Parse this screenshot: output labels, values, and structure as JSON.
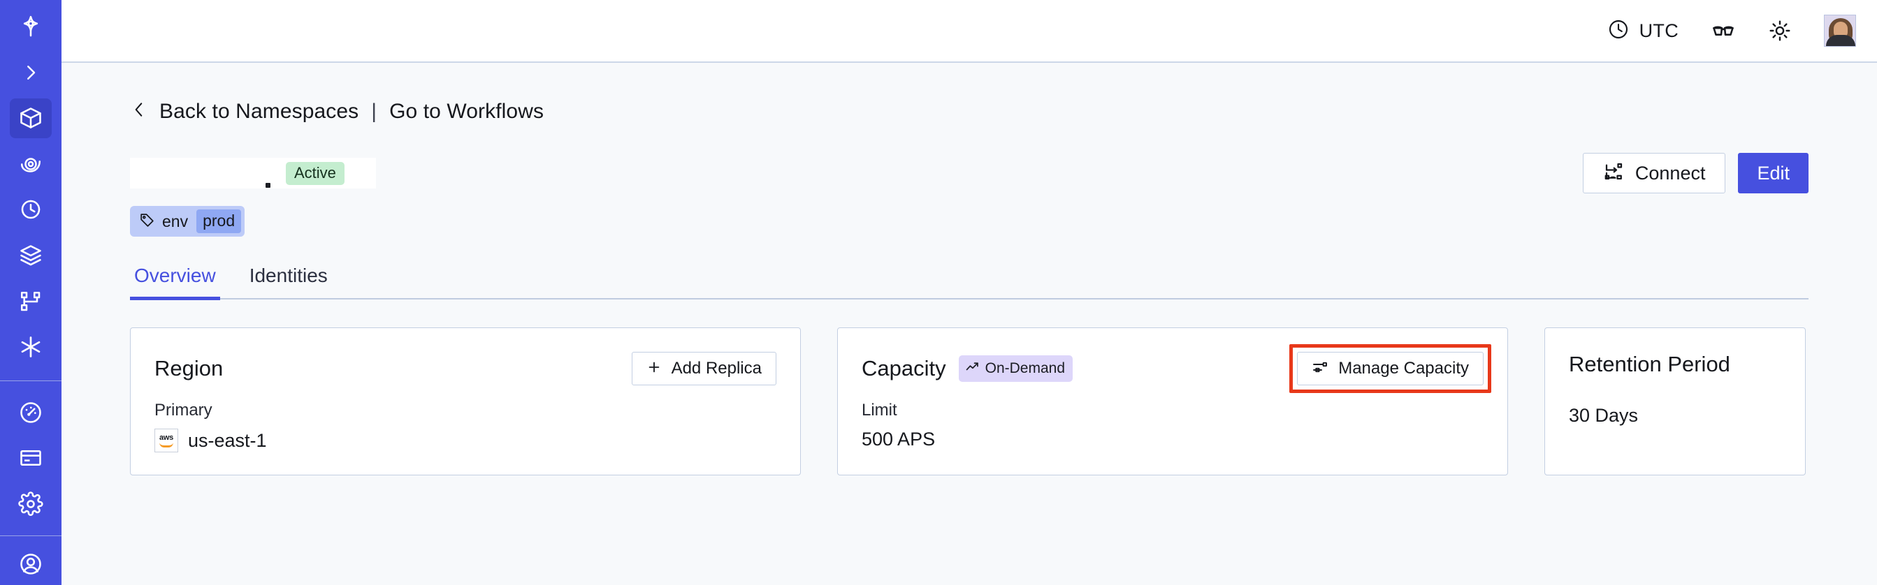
{
  "sidebar": {
    "top_items": [
      {
        "name": "logo-icon",
        "label": "Temporal"
      },
      {
        "name": "expand-sidebar-icon",
        "label": "Expand"
      }
    ],
    "nav_items": [
      {
        "name": "namespaces-icon",
        "label": "Namespaces",
        "active": true
      },
      {
        "name": "observability-icon",
        "label": "Observability",
        "active": false
      },
      {
        "name": "history-icon",
        "label": "History",
        "active": false
      },
      {
        "name": "layers-icon",
        "label": "Layers",
        "active": false
      },
      {
        "name": "workflows-icon",
        "label": "Workflows",
        "active": false
      },
      {
        "name": "asterisk-icon",
        "label": "Nexus",
        "active": false
      }
    ],
    "bottom_items": [
      {
        "name": "usage-gauge-icon",
        "label": "Usage",
        "active": false
      },
      {
        "name": "billing-card-icon",
        "label": "Billing",
        "active": false
      },
      {
        "name": "settings-gear-icon",
        "label": "Settings",
        "active": false
      }
    ]
  },
  "topbar": {
    "timezone_label": "UTC",
    "clock_icon": "clock-icon",
    "reader_icon": "reading-glasses-icon",
    "theme_icon": "sun-icon",
    "avatar_name": "user-avatar"
  },
  "breadcrumb": {
    "back_icon": "chevron-left-icon",
    "back_label": "Back to Namespaces",
    "separator": "|",
    "workflows_label": "Go to Workflows"
  },
  "namespace": {
    "name": "",
    "status_badge": "Active",
    "tag": {
      "icon": "tag-icon",
      "key": "env",
      "value": "prod"
    }
  },
  "actions": {
    "connect_label": "Connect",
    "connect_icon": "connect-icon",
    "edit_label": "Edit"
  },
  "tabs": [
    {
      "label": "Overview",
      "active": true
    },
    {
      "label": "Identities",
      "active": false
    }
  ],
  "cards": {
    "region": {
      "title": "Region",
      "action_label": "Add Replica",
      "action_icon": "plus-icon",
      "sub_label": "Primary",
      "provider_icon": "aws-icon",
      "provider_text": "aws",
      "value": "us-east-1"
    },
    "capacity": {
      "title": "Capacity",
      "badge_label": "On-Demand",
      "badge_icon": "trending-up-icon",
      "action_label": "Manage Capacity",
      "action_icon": "sliders-icon",
      "sub_label": "Limit",
      "value": "500 APS",
      "highlighted": true
    },
    "retention": {
      "title": "Retention Period",
      "value": "30 Days"
    }
  },
  "colors": {
    "brand": "#4650df",
    "sidebar_active": "#3a43c7",
    "page_bg": "#f7f9fb",
    "card_border": "#c3cfe2",
    "status_active_bg": "#c4edcf",
    "badge_ondemand_bg": "#ddd6fa",
    "tag_bg": "#bdcbf8",
    "tag_value_bg": "#8fa8f3",
    "highlight": "#e8381a"
  }
}
